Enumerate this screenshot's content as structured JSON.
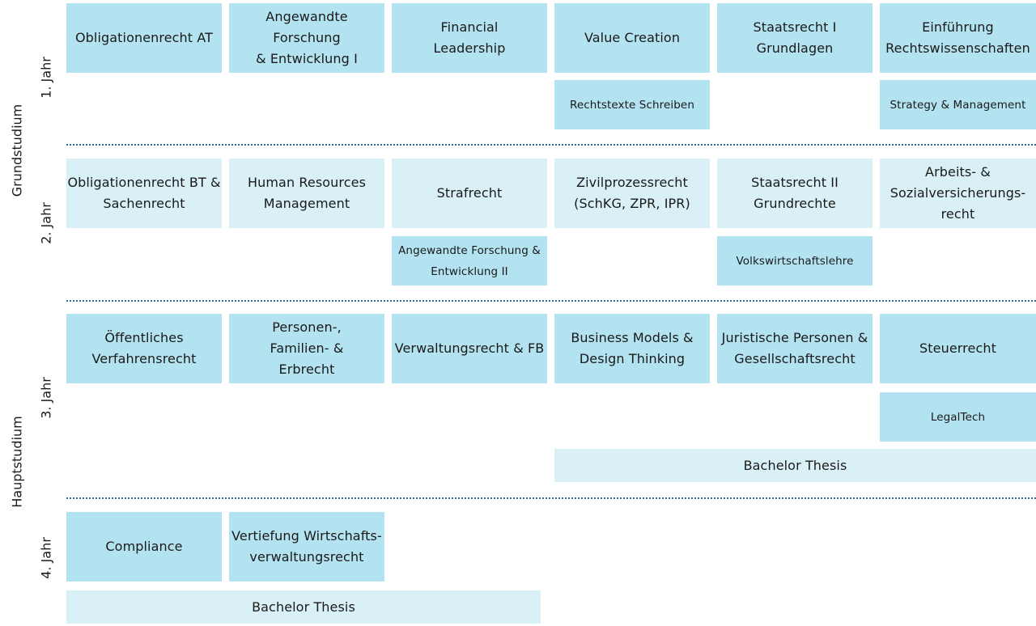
{
  "phases": {
    "grund": "Grundstudium",
    "haupt": "Hauptstudium"
  },
  "years": {
    "y1": "1. Jahr",
    "y2": "2. Jahr",
    "y3": "3. Jahr",
    "y4": "4. Jahr"
  },
  "year1": {
    "modules": [
      "Obligationenrecht AT",
      "Angewandte\nForschung\n& Entwicklung I",
      "Financial\nLeadership",
      "Value Creation",
      "Staatsrecht I\nGrundlagen",
      "Einführung\nRechtswissenschaften"
    ],
    "extra": [
      "Rechtstexte Schreiben",
      "Strategy & Management"
    ]
  },
  "year2": {
    "modules": [
      "Obligationenrecht BT &\nSachenrecht",
      "Human Resources\nManagement",
      "Strafrecht",
      "Zivilprozessrecht\n(SchKG, ZPR, IPR)",
      "Staatsrecht II\nGrundrechte",
      "Arbeits- &\nSozialversicherungs-\nrecht"
    ],
    "extra": [
      "Angewandte Forschung &\nEntwicklung II",
      "Volkswirtschaftslehre"
    ]
  },
  "year3": {
    "modules": [
      "Öffentliches\nVerfahrensrecht",
      "Personen-,\nFamilien- &\nErbrecht",
      "Verwaltungsrecht & FB",
      "Business Models &\nDesign Thinking",
      "Juristische Personen &\nGesellschaftsrecht",
      "Steuerrecht"
    ],
    "extra": [
      "LegalTech"
    ],
    "thesis": "Bachelor Thesis"
  },
  "year4": {
    "modules": [
      "Compliance",
      "Vertiefung Wirtschafts-\nverwaltungsrecht"
    ],
    "thesis": "Bachelor Thesis"
  }
}
